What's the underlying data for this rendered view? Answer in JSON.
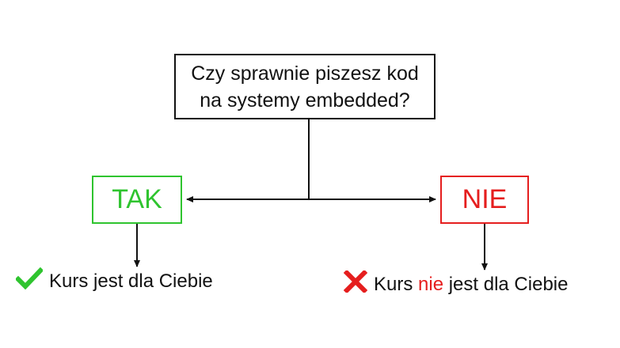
{
  "question": {
    "line1": "Czy sprawnie piszesz kod",
    "line2": "na systemy embedded?"
  },
  "yes_branch": {
    "label": "TAK",
    "result_text": "Kurs jest dla Ciebie",
    "icon": "check-icon"
  },
  "no_branch": {
    "label": "NIE",
    "result_prefix": "Kurs ",
    "result_highlight": "nie",
    "result_suffix": " jest dla Ciebie",
    "icon": "cross-icon"
  },
  "colors": {
    "yes": "#2fc42f",
    "no": "#e51e1e",
    "line": "#111111"
  }
}
